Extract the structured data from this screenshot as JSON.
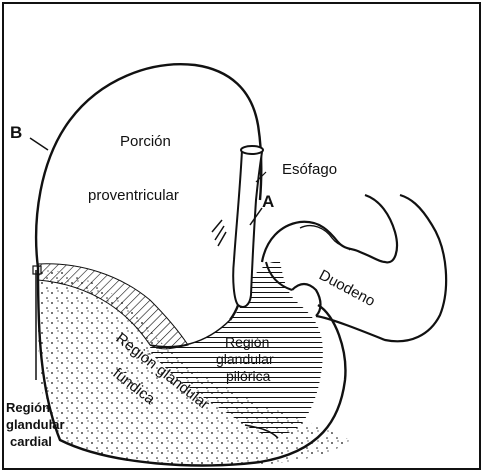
{
  "labels": {
    "letter_b": "B",
    "letter_a": "A",
    "porcion": "Porción",
    "proventricular": "proventricular",
    "esofago": "Esófago",
    "duodeno": "Duodeno",
    "region_pilorica_1": "Región",
    "region_pilorica_2": "glandular",
    "region_pilorica_3": "pilórica",
    "region_fundica_1": "Región glandular",
    "region_fundica_2": "fúndica",
    "region_cardial_1": "Región",
    "region_cardial_2": "glandular",
    "region_cardial_3": "cardial"
  }
}
